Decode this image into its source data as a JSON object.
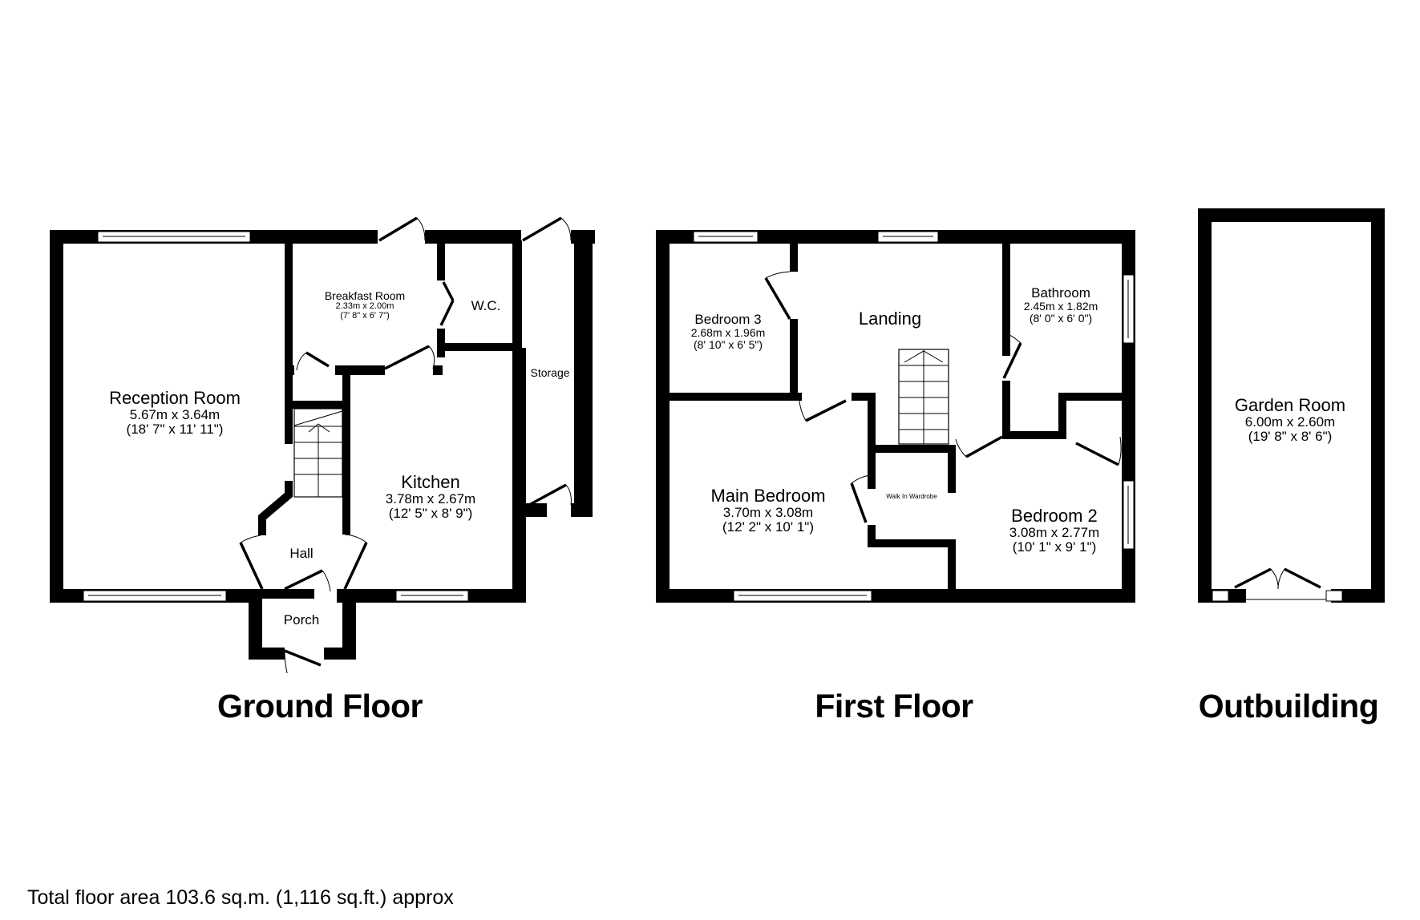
{
  "floors": {
    "ground": {
      "title": "Ground Floor",
      "rooms": {
        "reception": {
          "name": "Reception Room",
          "metric": "5.67m x 3.64m",
          "imperial": "(18' 7\" x 11' 11\")"
        },
        "breakfast": {
          "name": "Breakfast Room",
          "metric": "2.33m x 2.00m",
          "imperial": "(7' 8\" x 6' 7\")"
        },
        "wc": {
          "name": "W.C."
        },
        "storage": {
          "name": "Storage"
        },
        "kitchen": {
          "name": "Kitchen",
          "metric": "3.78m x 2.67m",
          "imperial": "(12' 5\" x 8' 9\")"
        },
        "hall": {
          "name": "Hall"
        },
        "porch": {
          "name": "Porch"
        }
      }
    },
    "first": {
      "title": "First Floor",
      "rooms": {
        "bedroom3": {
          "name": "Bedroom 3",
          "metric": "2.68m x 1.96m",
          "imperial": "(8' 10\" x 6' 5\")"
        },
        "landing": {
          "name": "Landing"
        },
        "bathroom": {
          "name": "Bathroom",
          "metric": "2.45m x 1.82m",
          "imperial": "(8' 0\" x 6' 0\")"
        },
        "main_bedroom": {
          "name": "Main Bedroom",
          "metric": "3.70m x 3.08m",
          "imperial": "(12' 2\" x 10' 1\")"
        },
        "wardrobe": {
          "name": "Walk In Wardrobe"
        },
        "bedroom2": {
          "name": "Bedroom 2",
          "metric": "3.08m x 2.77m",
          "imperial": "(10' 1\" x 9' 1\")"
        }
      }
    },
    "outbuilding": {
      "title": "Outbuilding",
      "rooms": {
        "garden_room": {
          "name": "Garden Room",
          "metric": "6.00m x 2.60m",
          "imperial": "(19' 8\" x 8' 6\")"
        }
      }
    }
  },
  "footer": {
    "total_area": "Total floor area 103.6 sq.m. (1,116 sq.ft.) approx"
  }
}
